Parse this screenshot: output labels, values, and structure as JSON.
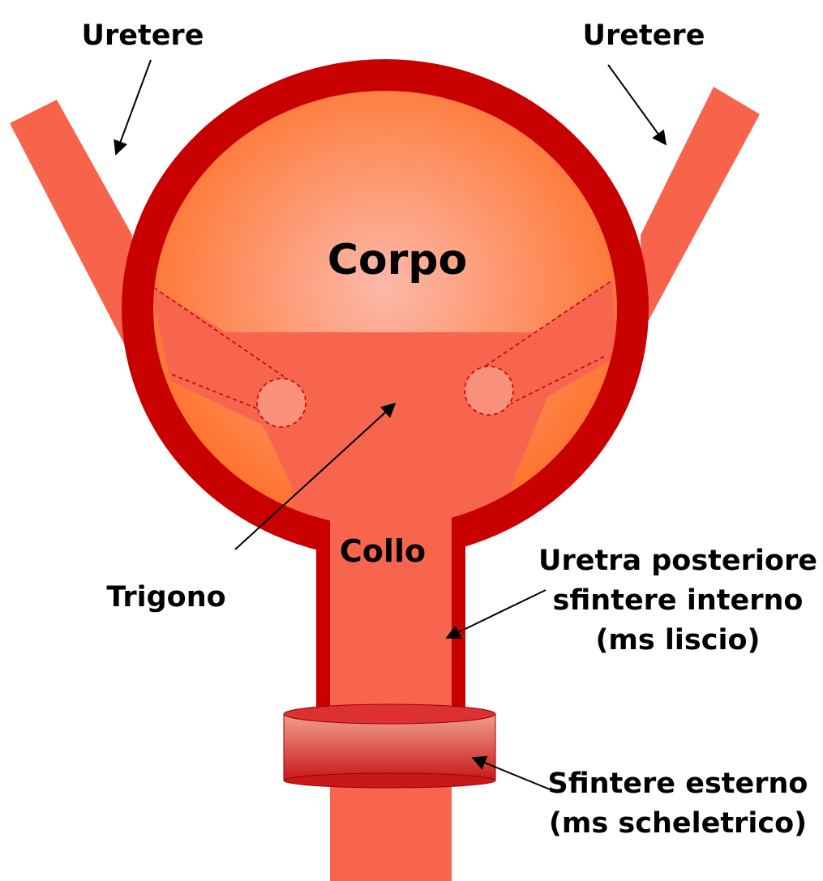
{
  "diagram": {
    "labels": {
      "ureter_left": "Uretere",
      "ureter_right": "Uretere",
      "body": "Corpo",
      "neck": "Collo",
      "trigone": "Trigono",
      "posterior_urethra": [
        "Uretra posteriore",
        "sfintere interno",
        "(ms liscio)"
      ],
      "external_sphincter": [
        "Sfintere esterno",
        "(ms scheletrico)"
      ]
    },
    "colors": {
      "wall": "#c80000",
      "ureter": "#f8634c",
      "tissue": "#f7654f",
      "lumen_center": "#fcb8aa",
      "lumen_edge": "#ff6a1c",
      "orifice": "#f8907a",
      "sphincter_top": "#f0a090",
      "sphincter_bottom": "#c81818"
    }
  }
}
